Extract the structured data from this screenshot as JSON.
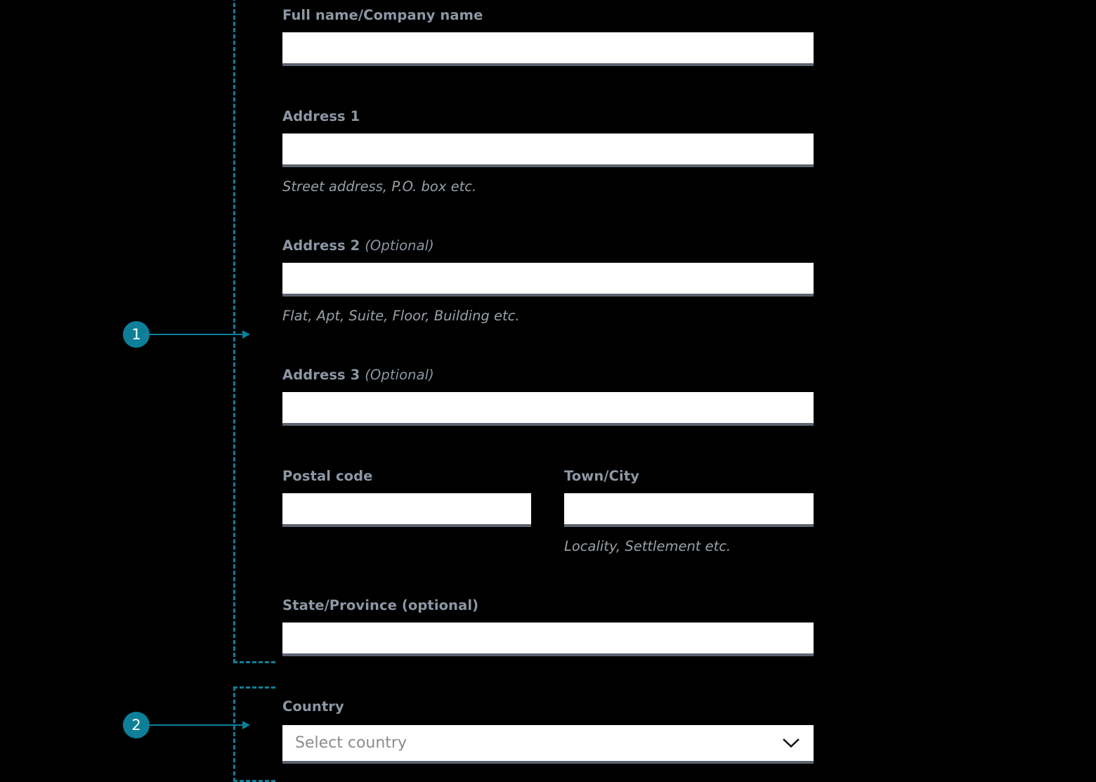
{
  "theme": {
    "background": "#000000",
    "accent_teal": "#0d7f99",
    "label_color": "#8d97a5",
    "hint_color": "#9aa0a6",
    "input_background": "#ffffff",
    "input_underline": "#5c6470",
    "placeholder_color": "#8c8c8c"
  },
  "callouts": [
    {
      "number": "1",
      "icon": "arrow-right-icon"
    },
    {
      "number": "2",
      "icon": "arrow-right-icon"
    }
  ],
  "form": {
    "fields": {
      "full_name": {
        "label": "Full name/Company name",
        "value": "",
        "placeholder": ""
      },
      "address1": {
        "label": "Address 1",
        "value": "",
        "placeholder": "",
        "hint": "Street address, P.O. box etc."
      },
      "address2": {
        "label": "Address 2",
        "label_optional": "(Optional)",
        "value": "",
        "placeholder": "",
        "hint": "Flat, Apt, Suite, Floor, Building etc."
      },
      "address3": {
        "label": "Address 3",
        "label_optional": "(Optional)",
        "value": "",
        "placeholder": ""
      },
      "postal_code": {
        "label": "Postal code",
        "value": "",
        "placeholder": ""
      },
      "town_city": {
        "label": "Town/City",
        "value": "",
        "placeholder": "",
        "hint": "Locality, Settlement etc."
      },
      "state_province": {
        "label": "State/Province (optional)",
        "value": "",
        "placeholder": ""
      },
      "country": {
        "label": "Country",
        "placeholder": "Select country",
        "selected": "",
        "chevron_icon": "chevron-down-icon"
      }
    }
  }
}
